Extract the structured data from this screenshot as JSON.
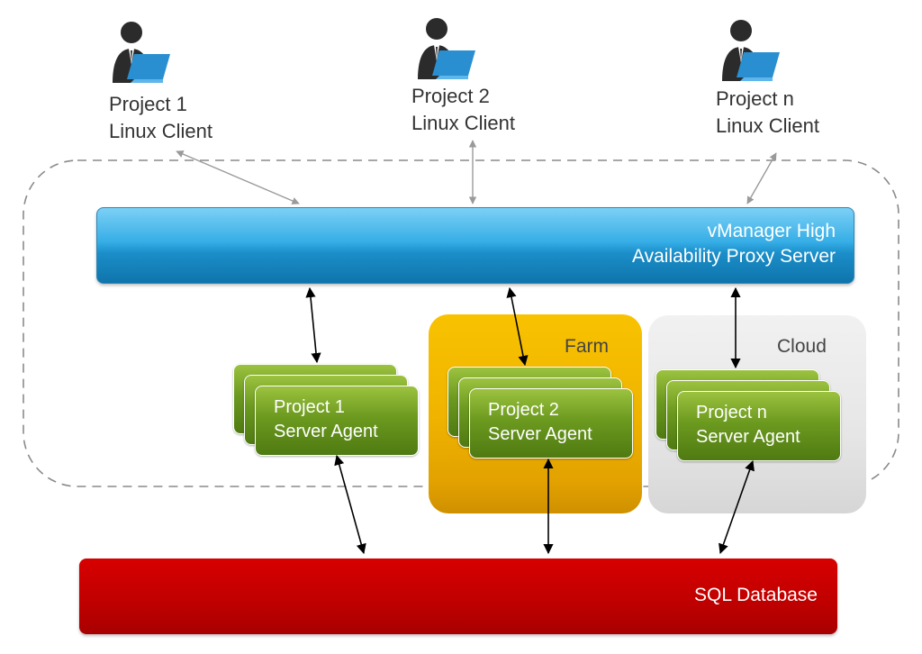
{
  "clients": [
    {
      "line1": "Project 1",
      "line2": "Linux Client",
      "icon": "user-laptop-icon"
    },
    {
      "line1": "Project 2",
      "line2": "Linux Client",
      "icon": "user-laptop-icon"
    },
    {
      "line1": "Project n",
      "line2": "Linux Client",
      "icon": "user-laptop-icon"
    }
  ],
  "proxy": {
    "line1": "vManager High",
    "line2": "Availability Proxy Server"
  },
  "regions": {
    "farm": "Farm",
    "cloud": "Cloud"
  },
  "agents": [
    {
      "line1": "Project 1",
      "line2": "Server Agent"
    },
    {
      "line1": "Project 2",
      "line2": "Server Agent"
    },
    {
      "line1": "Project n",
      "line2": "Server Agent"
    }
  ],
  "database": {
    "label": "SQL Database"
  },
  "colors": {
    "proxy": "#1b8ec9",
    "farm": "#f0b400",
    "cloud": "#e6e6e6",
    "agent": "#6c9a1f",
    "database": "#c10000",
    "connector": "#000000",
    "client_connector": "#999999"
  }
}
